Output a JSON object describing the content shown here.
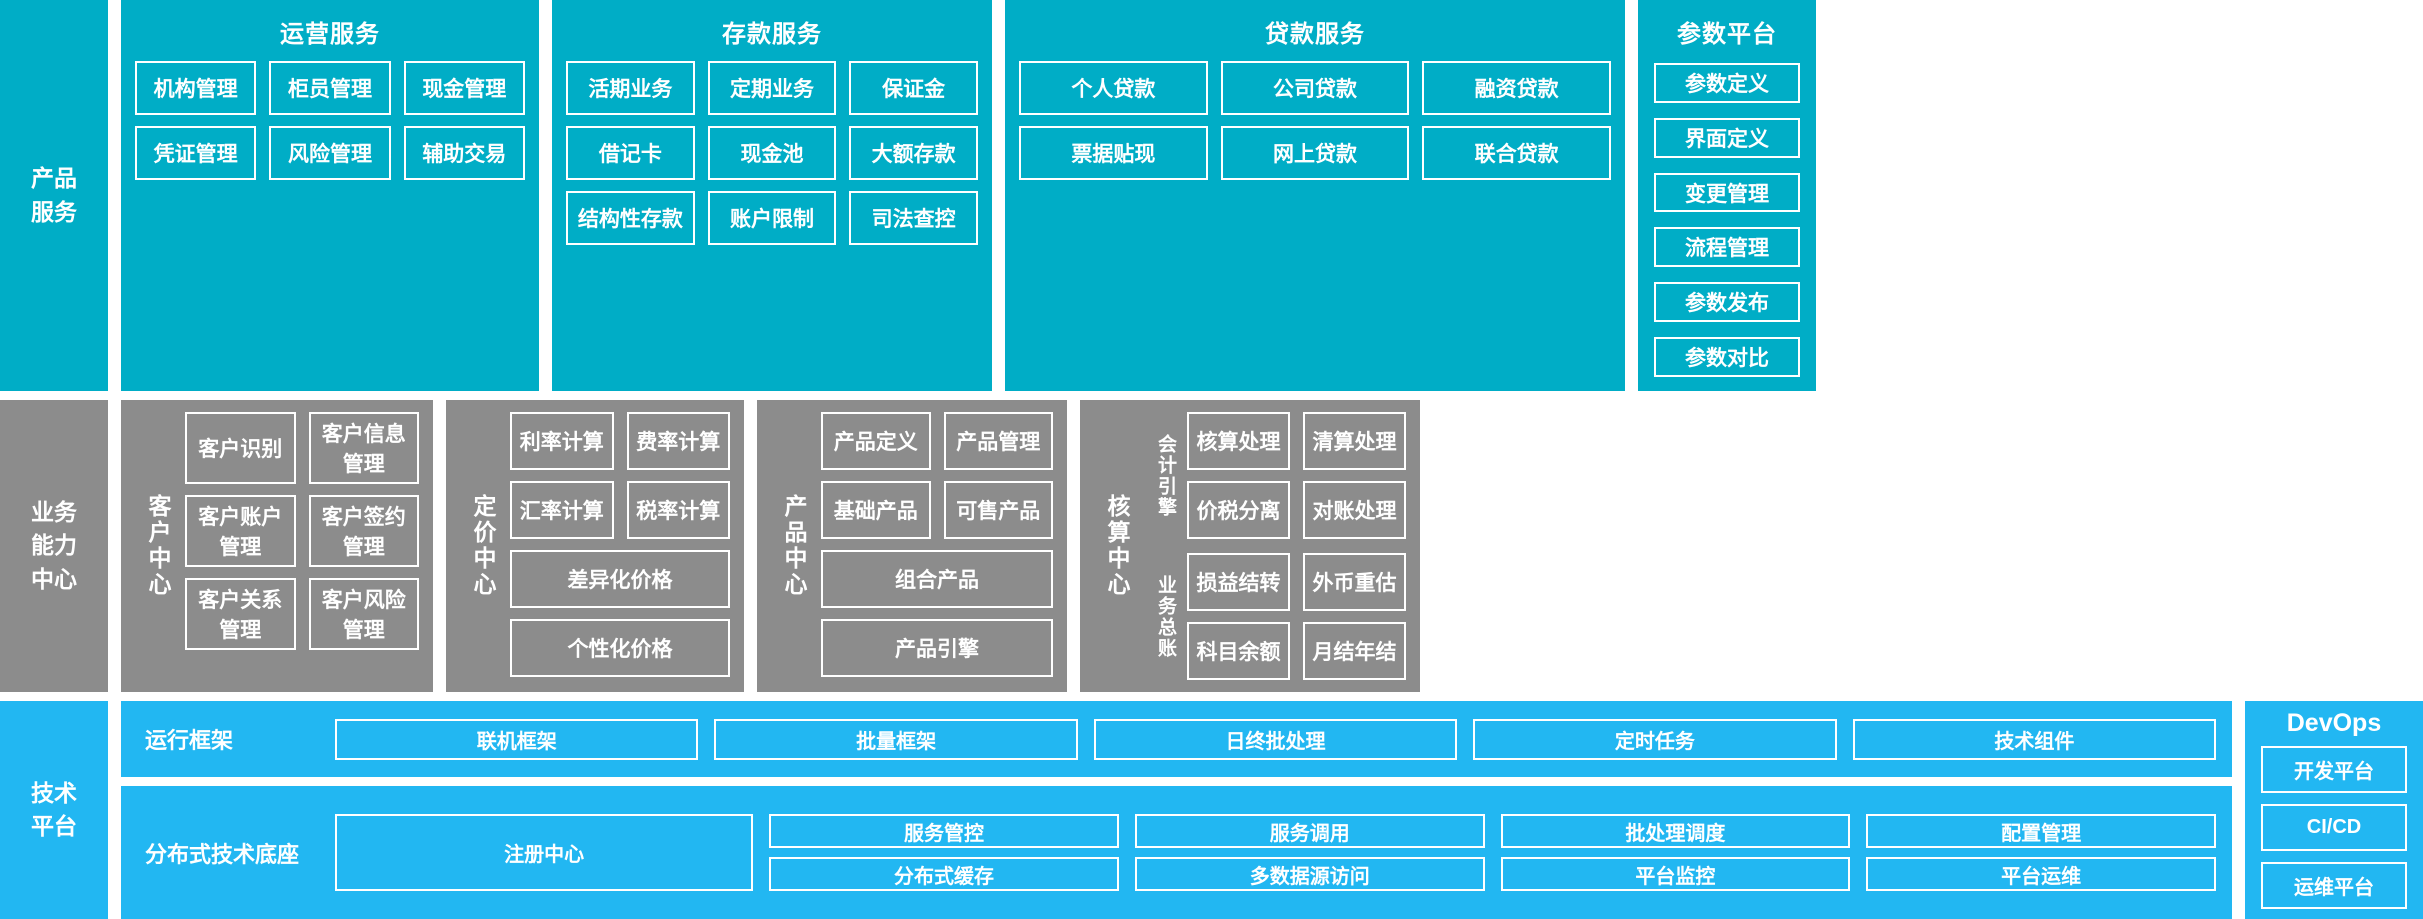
{
  "layers": {
    "product_services_label": "产品\n服务",
    "capability_label": "业务\n能力\n中心",
    "tech_label": "技术\n平台"
  },
  "product_services": {
    "operations": {
      "title": "运营服务",
      "rows": [
        [
          "机构管理",
          "柜员管理",
          "现金管理"
        ],
        [
          "凭证管理",
          "风险管理",
          "辅助交易"
        ]
      ]
    },
    "deposit": {
      "title": "存款服务",
      "rows": [
        [
          "活期业务",
          "定期业务",
          "保证金"
        ],
        [
          "借记卡",
          "现金池",
          "大额存款"
        ],
        [
          "结构性存款",
          "账户限制",
          "司法查控"
        ]
      ]
    },
    "loan": {
      "title": "贷款服务",
      "rows": [
        [
          "个人贷款",
          "公司贷款",
          "融资贷款"
        ],
        [
          "票据贴现",
          "网上贷款",
          "联合贷款"
        ]
      ]
    },
    "parameter_platform": {
      "title": "参数平台",
      "items": [
        "参数定义",
        "界面定义",
        "变更管理",
        "流程管理",
        "参数发布",
        "参数对比"
      ]
    }
  },
  "capability_centers": {
    "customer": {
      "label": "客户中心",
      "rows": [
        [
          "客户识别",
          "客户信息管理"
        ],
        [
          "客户账户管理",
          "客户签约管理"
        ],
        [
          "客户关系管理",
          "客户风险管理"
        ]
      ]
    },
    "pricing": {
      "label": "定价中心",
      "rows": [
        [
          "利率计算",
          "费率计算"
        ],
        [
          "汇率计算",
          "税率计算"
        ],
        [
          "差异化价格"
        ],
        [
          "个性化价格"
        ]
      ]
    },
    "product": {
      "label": "产品中心",
      "rows": [
        [
          "产品定义",
          "产品管理"
        ],
        [
          "基础产品",
          "可售产品"
        ],
        [
          "组合产品"
        ],
        [
          "产品引擎"
        ]
      ]
    },
    "accounting": {
      "label": "核算中心",
      "subgroups": [
        {
          "label": "会计引擎",
          "rows": [
            [
              "核算处理",
              "清算处理"
            ],
            [
              "价税分离",
              "对账处理"
            ]
          ]
        },
        {
          "label": "业务总账",
          "rows": [
            [
              "损益结转",
              "外币重估"
            ],
            [
              "科目余额",
              "月结年结"
            ]
          ]
        }
      ]
    }
  },
  "tech_platform": {
    "runtime": {
      "name": "运行框架",
      "items": [
        "联机框架",
        "批量框架",
        "日终批处理",
        "定时任务",
        "技术组件"
      ]
    },
    "foundation": {
      "name": "分布式技术底座",
      "registry": "注册中心",
      "columns": [
        [
          "服务管控",
          "分布式缓存"
        ],
        [
          "服务调用",
          "多数据源访问"
        ],
        [
          "批处理调度",
          "平台监控"
        ],
        [
          "配置管理",
          "平台运维"
        ]
      ]
    },
    "devops": {
      "title": "DevOps",
      "items": [
        "开发平台",
        "CI/CD",
        "运维平台"
      ]
    }
  },
  "colors": {
    "product_cyan": "#00ADC6",
    "capability_gray": "#8C8C8C",
    "tech_cyan": "#22B7F2",
    "border_white": "#FFFFFF"
  }
}
